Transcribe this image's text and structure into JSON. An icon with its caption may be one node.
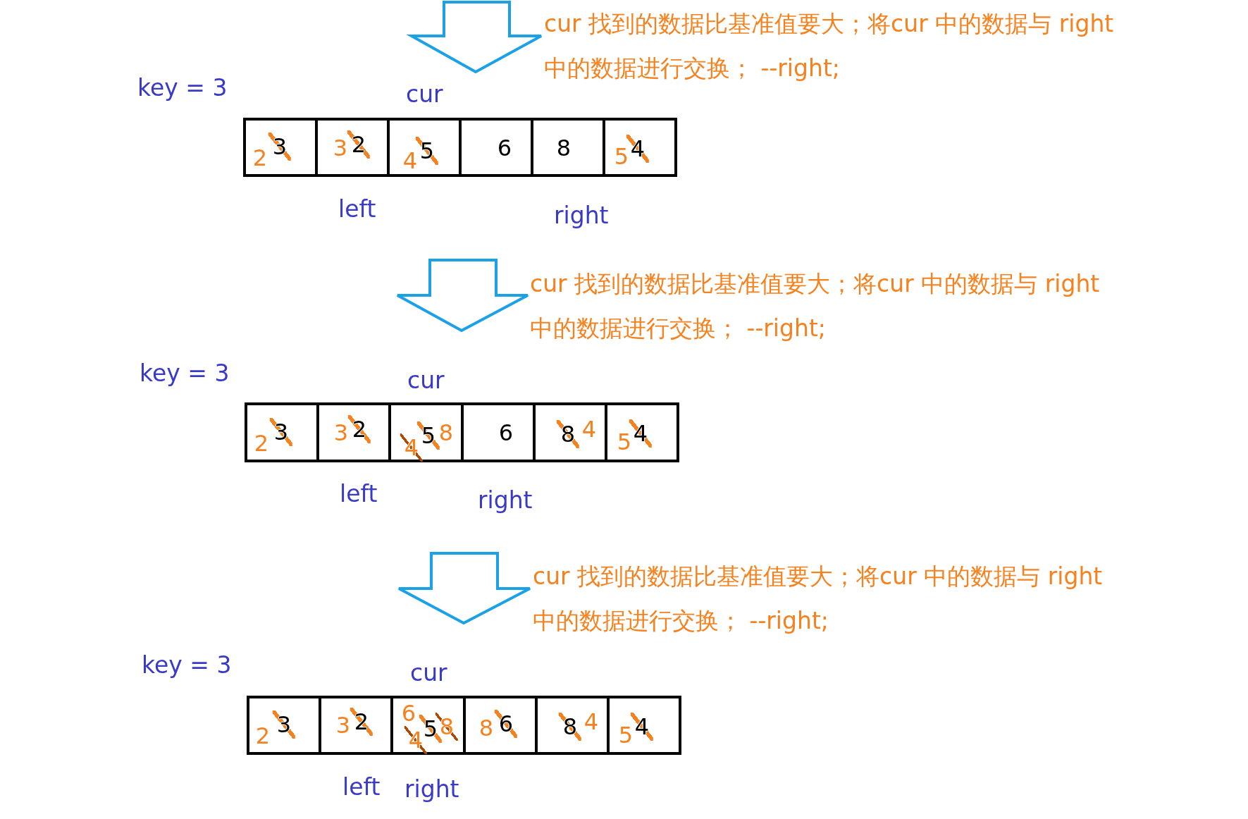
{
  "diagram": {
    "nodes": [
      {
        "text": [
          "2",
          "3"
        ]
      },
      {
        "text": [
          "3",
          "2"
        ]
      },
      {
        "text": [
          "4",
          "5"
        ]
      },
      {
        "text": [
          "6"
        ]
      },
      {
        "text": [
          "8"
        ]
      },
      {
        "text": [
          "5",
          "4"
        ]
      },
      {
        "text": [
          "2",
          "3"
        ]
      },
      {
        "text": [
          "3",
          "2"
        ]
      },
      {
        "text": [
          "4",
          "5",
          "8"
        ]
      },
      {
        "text": [
          "6"
        ]
      },
      {
        "text": [
          "8",
          "4"
        ]
      },
      {
        "text": [
          "5",
          "4"
        ]
      },
      {
        "text": [
          "2",
          "3"
        ]
      },
      {
        "text": [
          "3",
          "2"
        ]
      },
      {
        "text": [
          "6",
          "4",
          "5",
          "8"
        ]
      },
      {
        "text": [
          "8",
          "6"
        ]
      },
      {
        "text": [
          "8",
          "4"
        ]
      },
      {
        "text": [
          "5",
          "4"
        ]
      }
    ],
    "edges": [],
    "labels": [
      "cur 找到的数据比基准值要大；将cur 中的数据与 right 中的数据进行交换； --right;",
      "key = 3",
      "cur",
      "left",
      "right",
      "cur 找到的数据比基准值要大；将cur 中的数据与 right 中的数据进行交换； --right;",
      "key = 3",
      "cur",
      "left",
      "right",
      "cur 找到的数据比基准值要大；将cur 中的数据与 right 中的数据进行交换； --right;",
      "key = 3",
      "cur",
      "left",
      "right"
    ]
  }
}
